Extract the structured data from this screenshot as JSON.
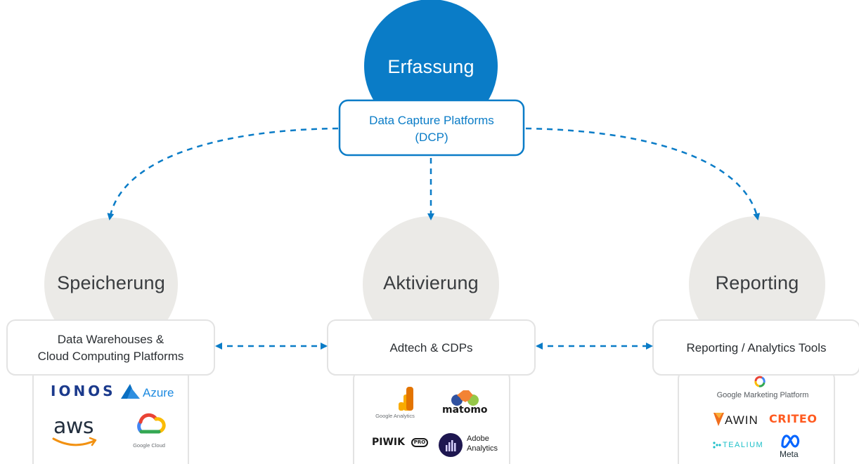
{
  "top": {
    "title": "Erfassung",
    "box_line1": "Data Capture Platforms",
    "box_line2": "(DCP)"
  },
  "nodes": {
    "storage": {
      "title": "Speicherung",
      "box_line1": "Data Warehouses &",
      "box_line2": "Cloud Computing Platforms",
      "logos": [
        "IONOS",
        "Azure",
        "aws",
        "Google Cloud"
      ]
    },
    "activation": {
      "title": "Aktivierung",
      "box_line1": "Adtech & CDPs",
      "logos": [
        "Google Analytics",
        "matomo",
        "PIWIK",
        "PRO",
        "Adobe",
        "Analytics"
      ]
    },
    "reporting": {
      "title": "Reporting",
      "box_line1": "Reporting / Analytics Tools",
      "logos": [
        "Google Marketing Platform",
        "AWIN",
        "CRITEO",
        "TEALIUM",
        "Meta"
      ]
    }
  },
  "colors": {
    "accent": "#0a7cc7",
    "circle_gray": "#ebeae7",
    "box_border": "#e3e3e3",
    "text": "#2b2f33"
  },
  "icons": [
    "azure-icon",
    "amazon-smile-icon",
    "google-cloud-icon",
    "google-analytics-icon",
    "matomo-icon",
    "adobe-analytics-icon",
    "gmp-icon",
    "awin-icon",
    "tealium-icon",
    "meta-icon"
  ]
}
